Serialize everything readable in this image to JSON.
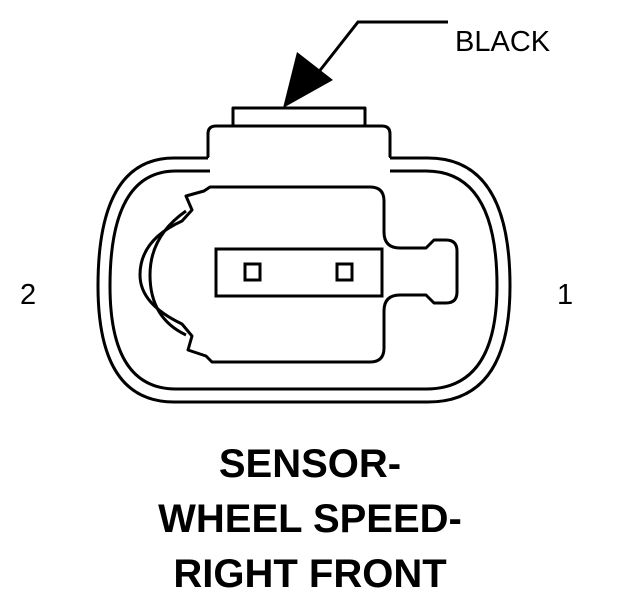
{
  "diagram": {
    "wire_color_label": "BLACK",
    "pins": [
      {
        "number": "2"
      },
      {
        "number": "1"
      }
    ],
    "title_lines": [
      "SENSOR-",
      "WHEEL SPEED-",
      "RIGHT FRONT"
    ],
    "colors": {
      "ink": "#000000",
      "background": "#ffffff"
    }
  }
}
